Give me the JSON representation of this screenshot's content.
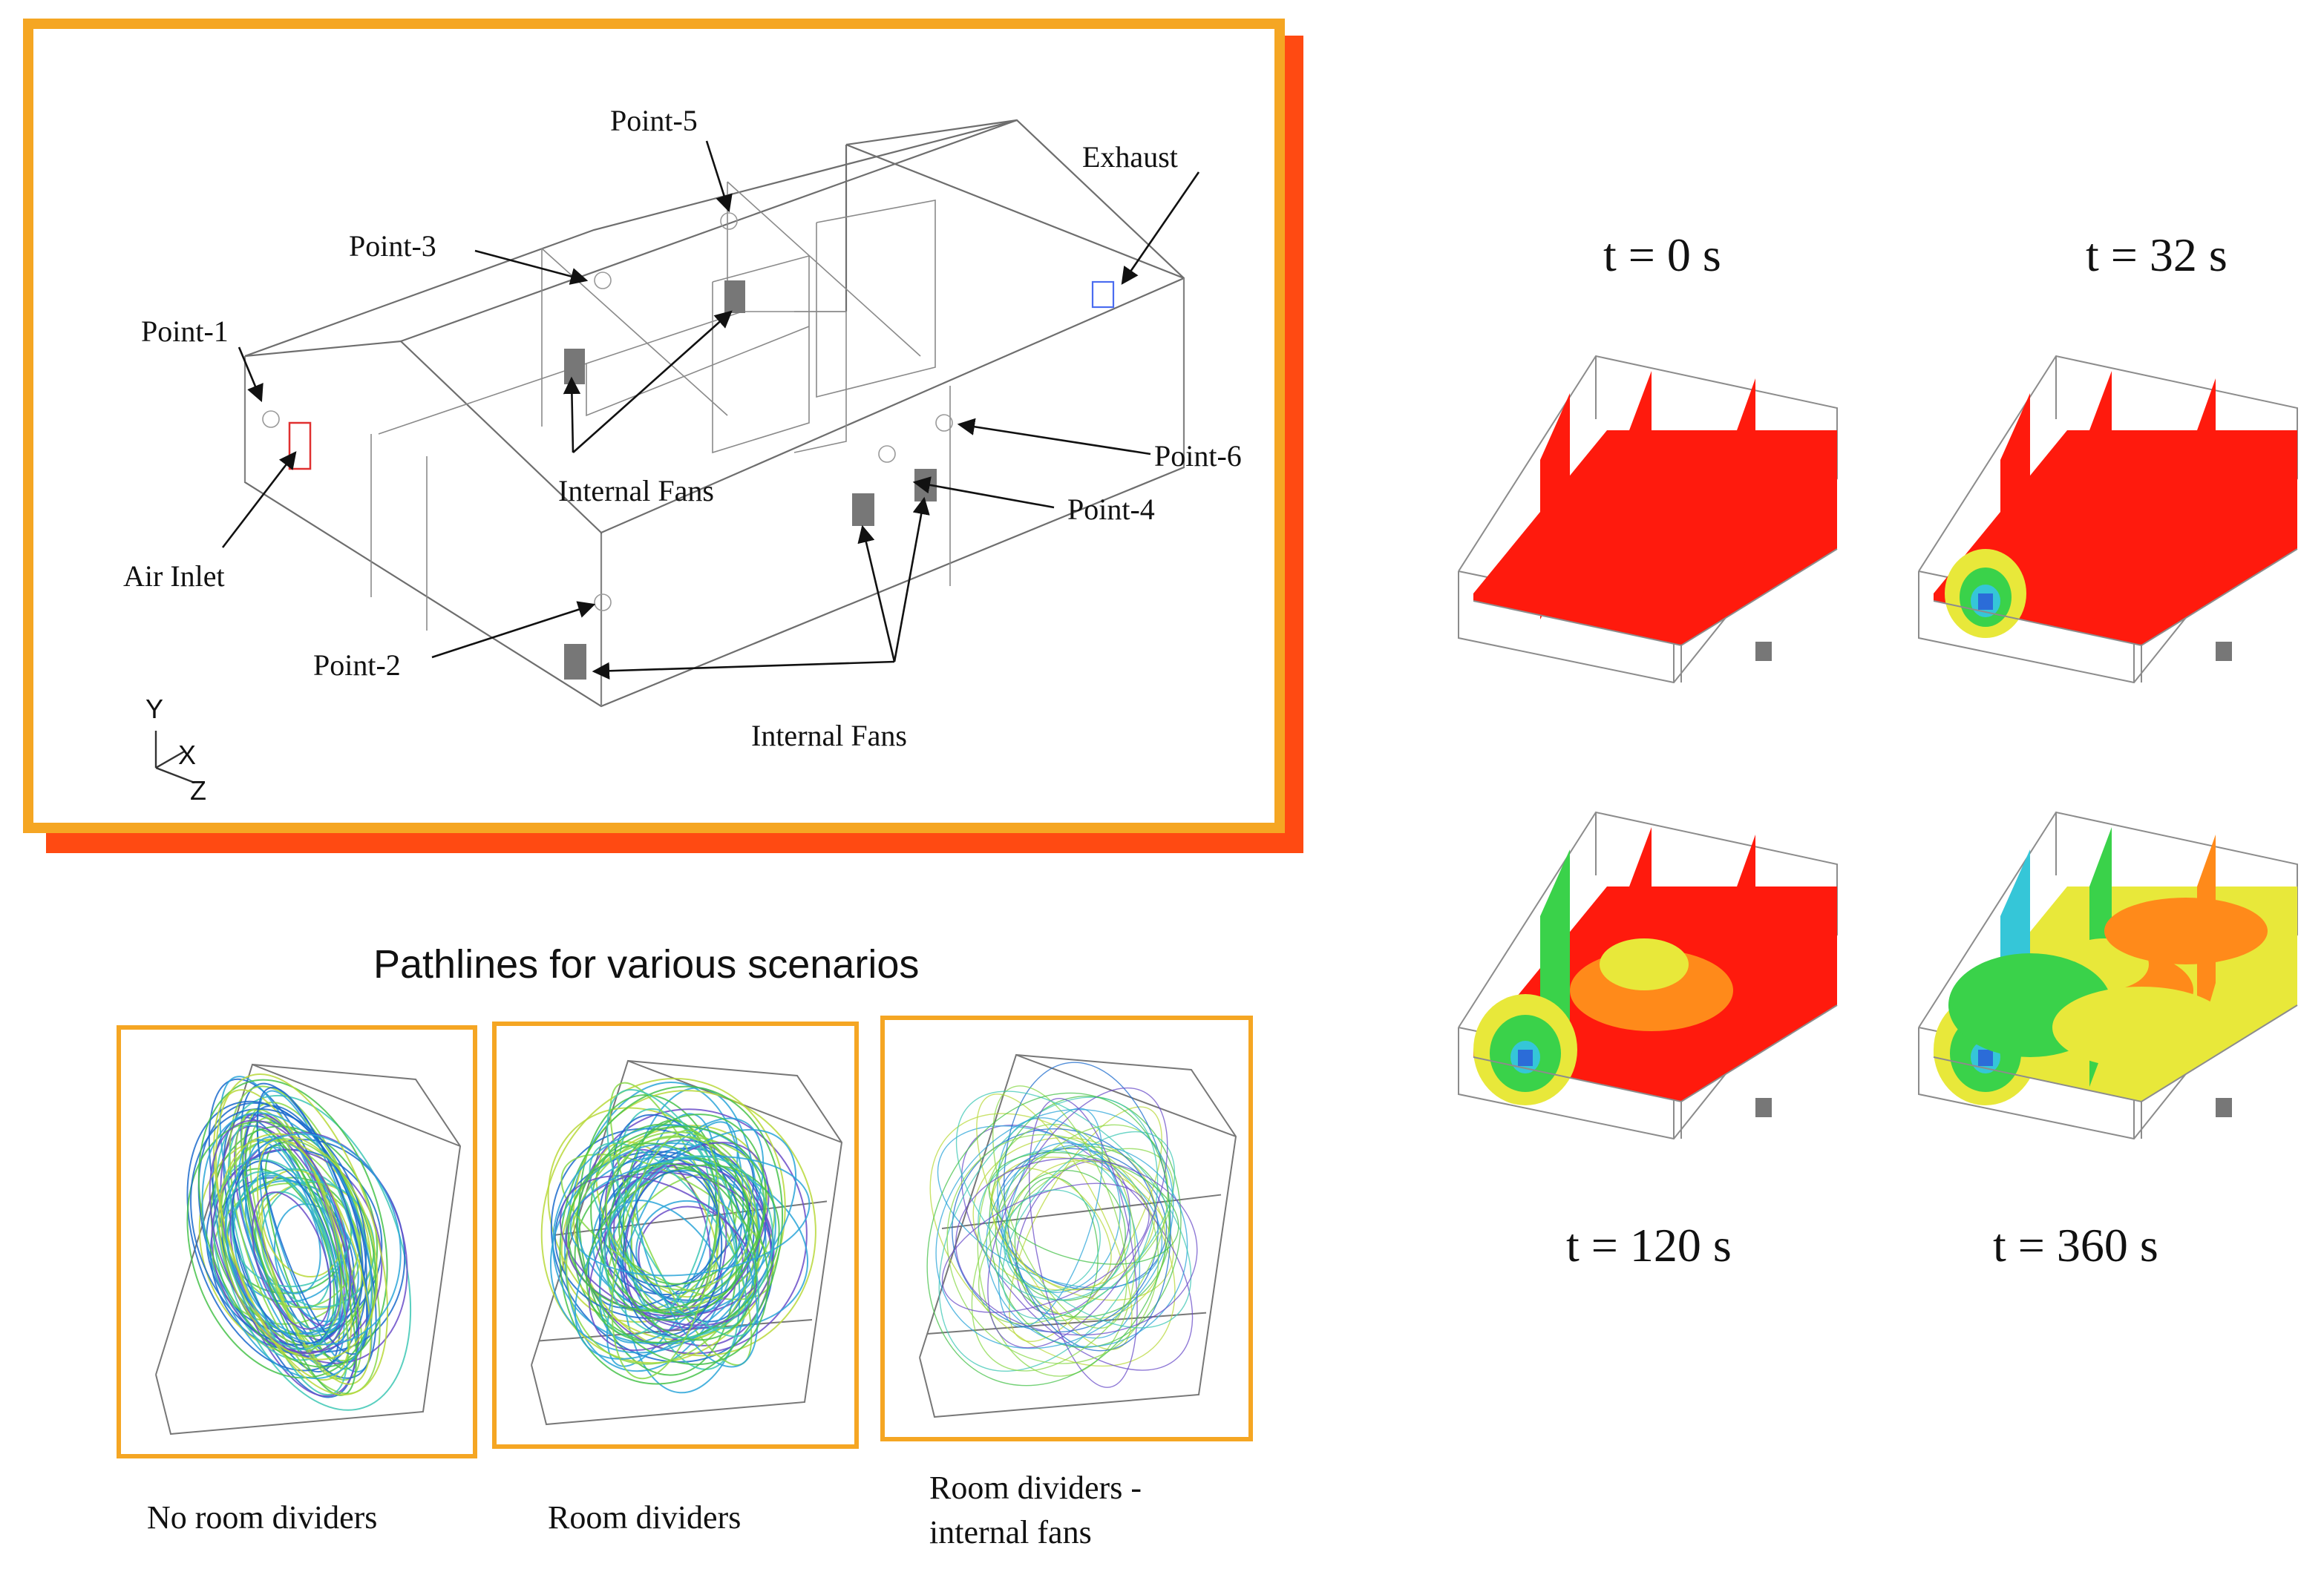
{
  "colors": {
    "frame_orange": "#f5a623",
    "shadow_red": "#ff4a12",
    "contour_red": "#ff1a0d",
    "contour_orange": "#ff8a1a",
    "contour_yellow": "#e8e83a",
    "contour_green": "#3ad24a",
    "contour_cyan": "#35c6d8",
    "contour_blue": "#2b6cd8"
  },
  "geometry_panel": {
    "labels": {
      "point1": "Point-1",
      "point2": "Point-2",
      "point3": "Point-3",
      "point4": "Point-4",
      "point5": "Point-5",
      "point6": "Point-6",
      "exhaust": "Exhaust",
      "air_inlet": "Air Inlet",
      "internal_fans_1": "Internal Fans",
      "internal_fans_2": "Internal Fans"
    },
    "axes": {
      "y": "Y",
      "x": "X",
      "z": "Z"
    }
  },
  "contour_panels": [
    {
      "label": "t = 0 s",
      "stage": 0
    },
    {
      "label": "t = 32 s",
      "stage": 1
    },
    {
      "label": "t = 120 s",
      "stage": 2
    },
    {
      "label": "t = 360 s",
      "stage": 3
    }
  ],
  "pathlines": {
    "title": "Pathlines for various scenarios",
    "scenarios": [
      {
        "caption": "No room dividers"
      },
      {
        "caption": "Room dividers"
      },
      {
        "caption_line1": "Room dividers -",
        "caption_line2": "internal fans"
      }
    ]
  }
}
